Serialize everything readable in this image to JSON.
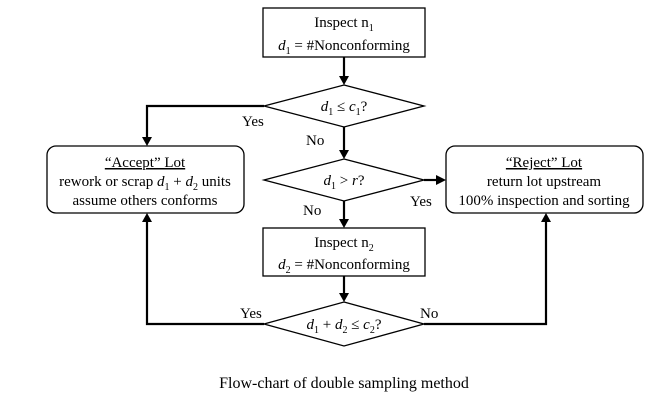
{
  "diagram": {
    "inspect1": {
      "line1": "Inspect n",
      "line1_sub": "1",
      "line2_sub": "1",
      "line2_rest": " = #Nonconforming",
      "var": "d"
    },
    "decision1": {
      "a": "d",
      "a_sub": "1",
      "op": " ≤ ",
      "b": "c",
      "b_sub": "1",
      "end": "?"
    },
    "decision2": {
      "a": "d",
      "a_sub": "1",
      "op": " > ",
      "b": "r",
      "end": "?"
    },
    "inspect2": {
      "line1": "Inspect n",
      "line1_sub": "2",
      "line2_sub": "2",
      "line2_rest": " = #Nonconforming",
      "var": "d"
    },
    "decision3": {
      "a": "d",
      "a_sub": "1",
      "plus": " + ",
      "b": "d",
      "b_sub": "2",
      "op": " ≤ ",
      "c": "c",
      "c_sub": "2",
      "end": "?"
    },
    "accept": {
      "title": "“Accept” Lot",
      "line2_pre": "rework or scrap ",
      "v1": "d",
      "v1_sub": "1",
      "plus": " + ",
      "v2": "d",
      "v2_sub": "2",
      "line2_post": " units",
      "line3": "assume others conforms"
    },
    "reject": {
      "title": "“Reject” Lot",
      "line2": "return lot upstream",
      "line3": "100% inspection and sorting"
    },
    "labels": {
      "yes1": "Yes",
      "no1": "No",
      "yes2": "Yes",
      "no2": "No",
      "yes3": "Yes",
      "no3": "No"
    }
  },
  "caption": "Flow-chart of double sampling method"
}
